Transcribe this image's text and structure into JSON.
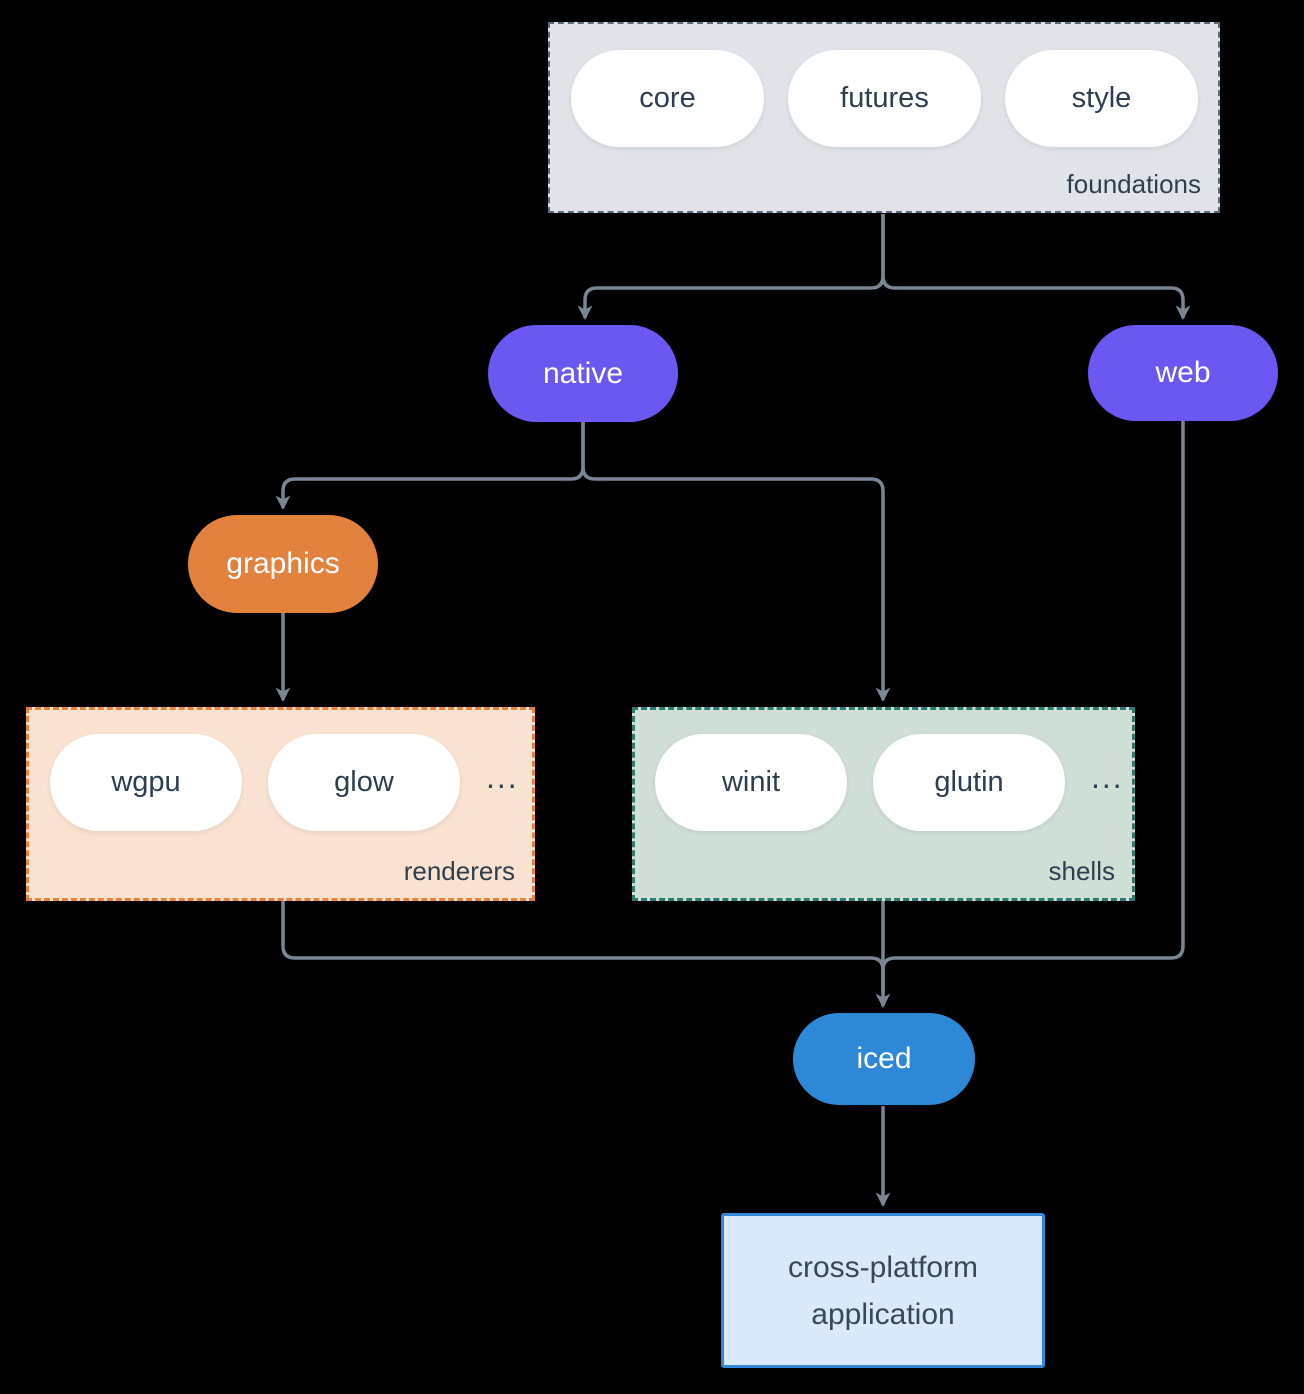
{
  "colors": {
    "background": "#000000",
    "connector": "#7b8695",
    "pill_text_dark": "#2d3e50",
    "group_label": "#2e3f4e",
    "node_text_light": "#ffffff",
    "purple": "#6b57f2",
    "orange": "#e2823d",
    "blue": "#2e88d8",
    "foundations_fill": "#e0e4e8",
    "foundations_border": "#5c6c7c",
    "renderers_fill": "#f9e2d2",
    "renderers_border": "#e8833f",
    "shells_fill": "#cfdfd6",
    "shells_border": "#2a7d6c",
    "app_fill": "#d8e9f9",
    "app_border": "#3289da",
    "app_text": "#36495c"
  },
  "groups": {
    "foundations": {
      "label": "foundations",
      "pills": [
        "core",
        "futures",
        "style"
      ]
    },
    "renderers": {
      "label": "renderers",
      "pills": [
        "wgpu",
        "glow"
      ],
      "more": "..."
    },
    "shells": {
      "label": "shells",
      "pills": [
        "winit",
        "glutin"
      ],
      "more": "..."
    }
  },
  "nodes": {
    "native": "native",
    "web": "web",
    "graphics": "graphics",
    "iced": "iced",
    "application": {
      "line1": "cross-platform",
      "line2": "application"
    }
  }
}
